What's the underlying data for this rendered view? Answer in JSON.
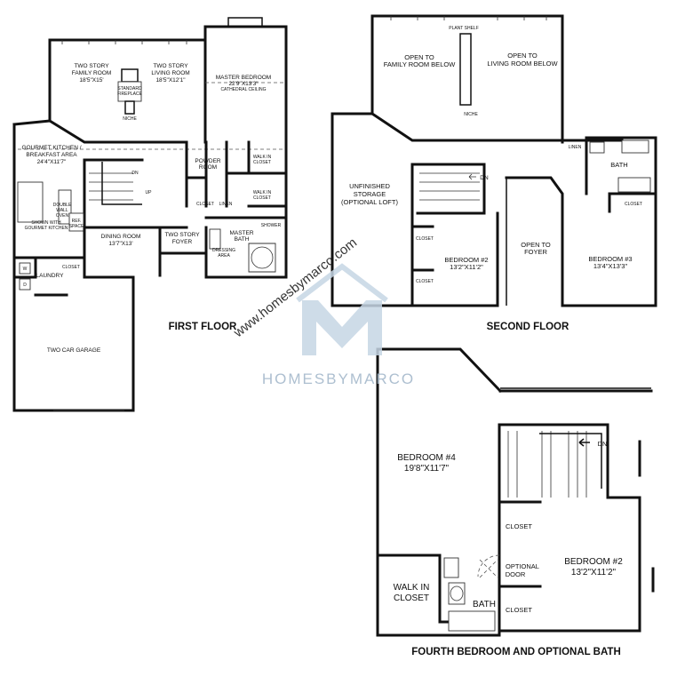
{
  "watermark": {
    "url": "www.homesbymarco.com",
    "brand": "HOMESBYMARCO"
  },
  "floors": {
    "first": "FIRST FLOOR",
    "second": "SECOND FLOOR",
    "fourth": "FOURTH BEDROOM AND OPTIONAL BATH"
  },
  "first_floor": {
    "family_room": [
      "TWO STORY",
      "FAMILY ROOM",
      "18'5\"X15'"
    ],
    "living_room": [
      "TWO STORY",
      "LIVING ROOM",
      "18'5\"X12'1\""
    ],
    "fireplace": [
      "STANDARD",
      "FIREPLACE"
    ],
    "niche": "NICHE",
    "master_bedroom": [
      "MASTER BEDROOM",
      "22'9\"X13'3\"",
      "CATHEDRAL CEILING"
    ],
    "kitchen": [
      "GOURMET KITCHEN /",
      "BREAKFAST AREA",
      "24'4\"X11'7\""
    ],
    "powder_room": [
      "POWDER",
      "ROOM"
    ],
    "walk_in_closet_1": [
      "WALK IN",
      "CLOSET"
    ],
    "walk_in_closet_2": [
      "WALK IN",
      "CLOSET"
    ],
    "dn": "DN",
    "up": "UP",
    "double_wall_oven": [
      "DOUBLE",
      "WALL",
      "OVEN"
    ],
    "shown_with": [
      "SHOWN WITH",
      "GOURMET KITCHEN"
    ],
    "ref_space": [
      "REF.",
      "SPACE"
    ],
    "closet": "CLOSET",
    "linen": "LINEN",
    "shower": "SHOWER",
    "master_bath": [
      "MASTER",
      "BATH"
    ],
    "dining_room": [
      "DINING ROOM",
      "13'7\"X13'"
    ],
    "foyer": [
      "TWO STORY",
      "FOYER"
    ],
    "dressing_area": [
      "DRESSING",
      "AREA"
    ],
    "closet_left": "CLOSET",
    "laundry": "LAUNDRY",
    "w": "W",
    "d": "D",
    "garage": "TWO CAR GARAGE"
  },
  "second_floor": {
    "plant_shelf": "PLANT SHELF",
    "open_family": [
      "OPEN TO",
      "FAMILY ROOM BELOW"
    ],
    "open_living": [
      "OPEN TO",
      "LIVING ROOM BELOW"
    ],
    "niche": "NICHE",
    "storage": [
      "UNFINISHED",
      "STORAGE",
      "(OPTIONAL LOFT)"
    ],
    "dn": "DN",
    "linen": "LINEN",
    "bath": "BATH",
    "closet_r": "CLOSET",
    "closet_1": "CLOSET",
    "closet_2": "CLOSET",
    "bedroom2": [
      "BEDROOM #2",
      "13'2\"X11'2\""
    ],
    "open_foyer": [
      "OPEN TO",
      "FOYER"
    ],
    "bedroom3": [
      "BEDROOM #3",
      "13'4\"X13'3\""
    ]
  },
  "fourth_floor": {
    "bedroom4": [
      "BEDROOM #4",
      "19'8\"X11'7\""
    ],
    "dn": "DN",
    "closet_top": "CLOSET",
    "optional_door": [
      "OPTIONAL",
      "DOOR"
    ],
    "bedroom2": [
      "BEDROOM #2",
      "13'2\"X11'2\""
    ],
    "walk_in": [
      "WALK IN",
      "CLOSET"
    ],
    "bath": "BATH",
    "closet_bottom": "CLOSET"
  }
}
